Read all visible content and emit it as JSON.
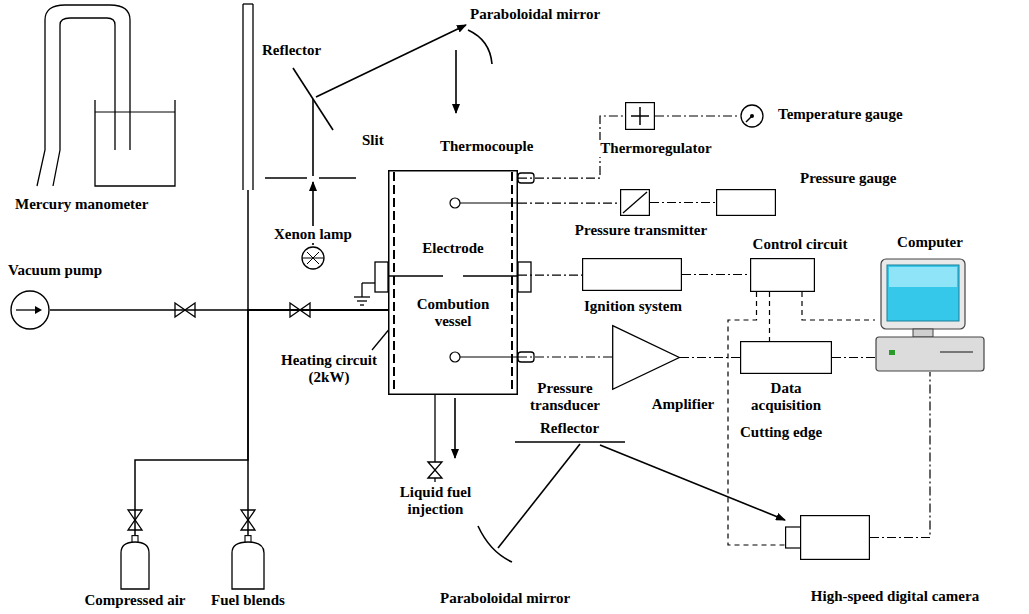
{
  "diagram": {
    "nodes": [
      {
        "text": [
          "Electrode",
          "Combution vessel"
        ]
      },
      {
        "text": [
          "Thermoregulator"
        ]
      },
      {
        "text": [
          "Temperature gauge"
        ]
      },
      {
        "text": [
          "Pressure transmitter"
        ]
      },
      {
        "text": [
          "Pressure gauge"
        ]
      },
      {
        "text": [
          "Ignition system"
        ]
      },
      {
        "text": [
          "Control circuit"
        ]
      },
      {
        "text": [
          "Amplifier"
        ]
      },
      {
        "text": [
          "Data acquisition"
        ]
      },
      {
        "text": [
          "Computer"
        ]
      },
      {
        "text": [
          "High-speed digital camera"
        ]
      },
      {
        "text": [
          "Xenon lamp"
        ]
      },
      {
        "text": [
          "Vacuum pump"
        ]
      },
      {
        "text": [
          "Compressed air"
        ]
      },
      {
        "text": [
          "Fuel blends"
        ]
      },
      {
        "text": [
          "Mercury manometer"
        ]
      }
    ],
    "edges": [
      {
        "from": 0,
        "to": 1,
        "arrow": "none"
      },
      {
        "from": 1,
        "to": 2,
        "arrow": "none"
      },
      {
        "from": 0,
        "to": 3,
        "arrow": "none"
      },
      {
        "from": 3,
        "to": 4,
        "arrow": "none"
      },
      {
        "from": 0,
        "to": 5,
        "arrow": "none"
      },
      {
        "from": 5,
        "to": 6,
        "arrow": "none"
      },
      {
        "from": 0,
        "to": 7,
        "arrow": "none"
      },
      {
        "from": 7,
        "to": 8,
        "arrow": "none"
      },
      {
        "from": 8,
        "to": 9,
        "arrow": "none"
      },
      {
        "from": 6,
        "to": 8,
        "arrow": "none"
      },
      {
        "from": 6,
        "to": 9,
        "arrow": "none"
      },
      {
        "from": 6,
        "to": 10,
        "arrow": "none"
      },
      {
        "from": 10,
        "to": 9,
        "arrow": "none"
      },
      {
        "from": 12,
        "to": 0,
        "arrow": "none"
      },
      {
        "from": 15,
        "to": 0,
        "arrow": "none"
      },
      {
        "from": 13,
        "to": 0,
        "arrow": "none"
      },
      {
        "from": 14,
        "to": 0,
        "arrow": "none"
      }
    ],
    "labels": [
      "Reflector",
      "Paraboloidal mirror",
      "Slit",
      "Thermocouple",
      "Heating circuit (2kW)",
      "Liquid fuel injection",
      "Pressure transducer",
      "Reflector",
      "Cutting edge",
      "Paraboloidal mirror"
    ]
  }
}
